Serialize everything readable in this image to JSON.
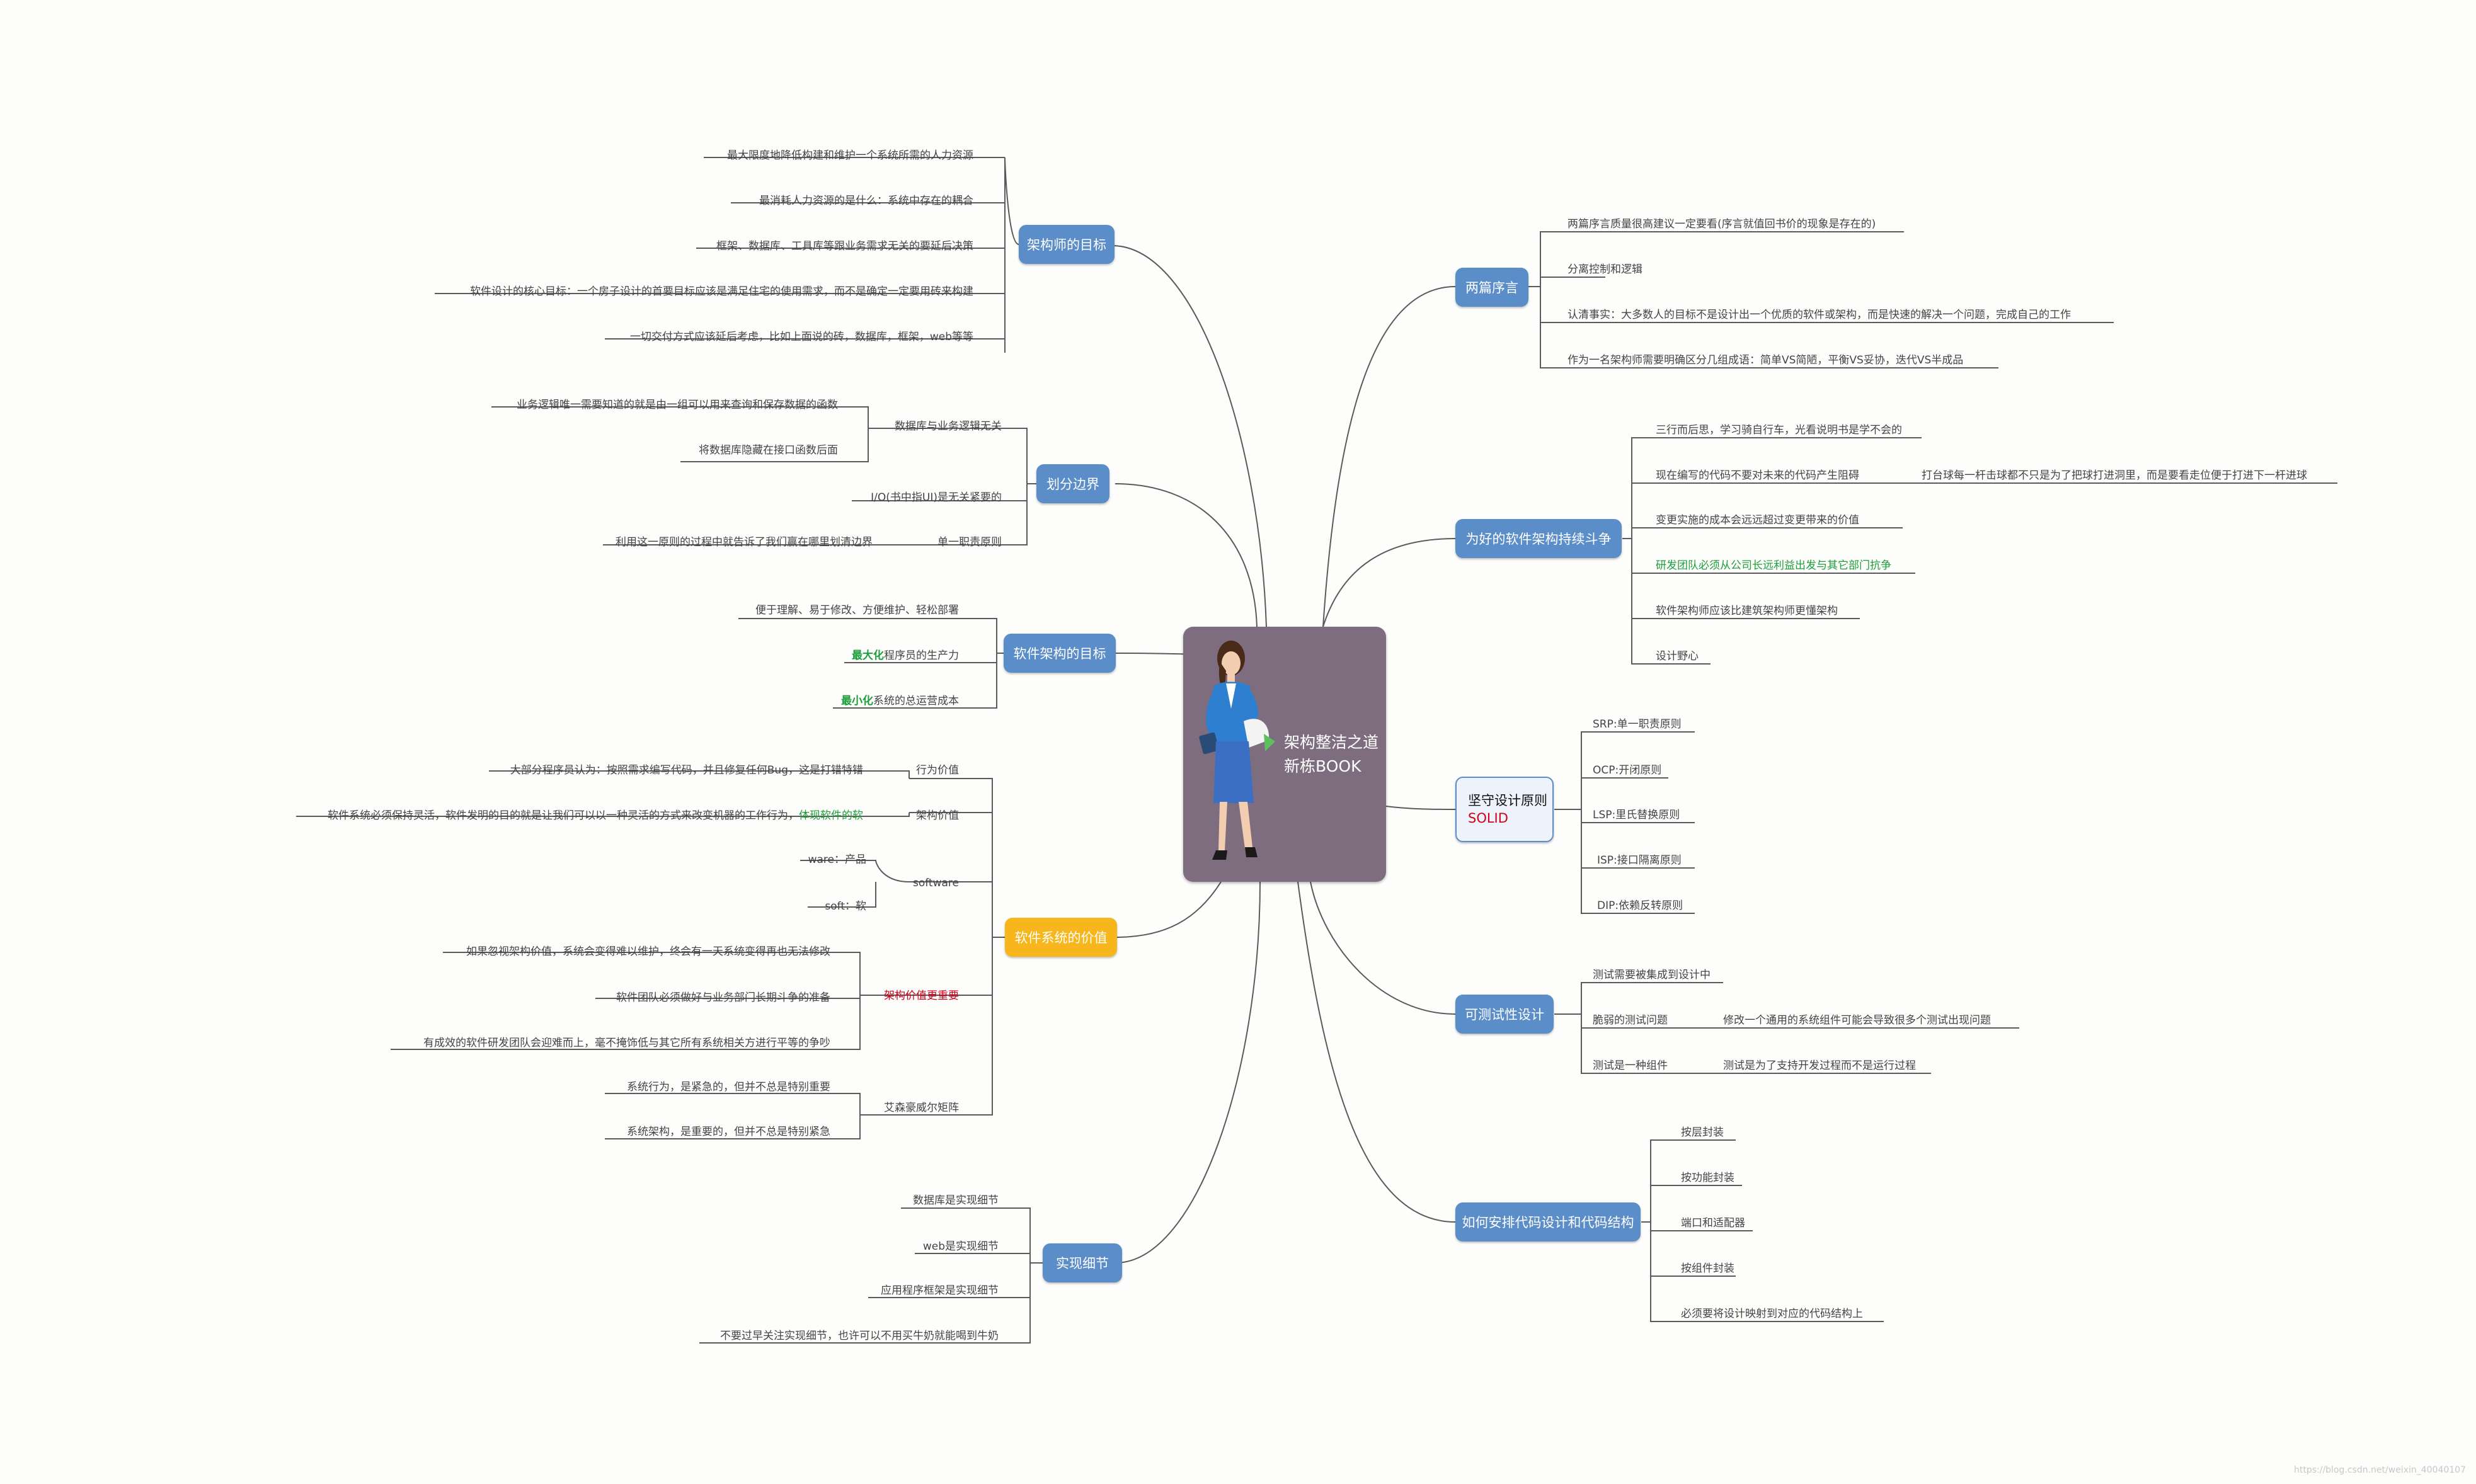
{
  "root": {
    "line1": "架构整洁之道",
    "line2": "新栋BOOK"
  },
  "topics": {
    "architect_goal": {
      "label": "架构师的目标",
      "items": [
        "最大限度地降低构建和维护一个系统所需的人力资源",
        "最消耗人力资源的是什么：系统中存在的耦合",
        "框架、数据库、工具库等跟业务需求无关的要延后决策",
        "软件设计的核心目标：一个房子设计的首要目标应该是满足住宅的使用需求，而不是确定一定要用砖来构建",
        "一切交付方式应该延后考虑，比如上面说的砖，数据库，框架，web等等"
      ]
    },
    "boundary": {
      "label": "划分边界",
      "db_logic": "数据库与业务逻辑无关",
      "db_logic_items": [
        "业务逻辑唯一需要知道的就是由一组可以用来查询和保存数据的函数",
        "将数据库隐藏在接口函数后面"
      ],
      "io": "I/O(书中指UI)是无关紧要的",
      "srp": "单一职责原则",
      "srp_item": "利用这一原则的过程中就告诉了我们赢在哪里划清边界"
    },
    "arch_goal": {
      "label": "软件架构的目标",
      "item1": "便于理解、易于修改、方便维护、轻松部署",
      "item2_strong": "最大化",
      "item2_rest": "程序员的生产力",
      "item3_strong": "最小化",
      "item3_rest": "系统的总运营成本"
    },
    "value": {
      "label": "软件系统的价值",
      "behavior": "行为价值",
      "behavior_item": "大部分程序员认为：按照需求编写代码，并且修复任何Bug，这是打错特错",
      "arch_value": "架构价值",
      "arch_value_item_a": "软件系统必须保持灵活，软件发明的目的就是让我们可以以一种灵活的方式来改变机器的工作行为，",
      "arch_value_item_b": "体现软件的软",
      "software": "software",
      "software_items": [
        "ware：产品",
        "soft：软"
      ],
      "more_important": "架构价值更重要",
      "more_important_items": [
        "如果忽视架构价值，系统会变得难以维护，终会有一天系统变得再也无法修改",
        "软件团队必须做好与业务部门长期斗争的准备",
        "有成效的软件研发团队会迎难而上，毫不掩饰低与其它所有系统相关方进行平等的争吵"
      ],
      "eisenhower": "艾森豪威尔矩阵",
      "eisenhower_items": [
        "系统行为，是紧急的，但并不总是特别重要",
        "系统架构，是重要的，但并不总是特别紧急"
      ]
    },
    "details": {
      "label": "实现细节",
      "items": [
        "数据库是实现细节",
        "web是实现细节",
        "应用程序框架是实现细节",
        "不要过早关注实现细节，也许可以不用买牛奶就能喝到牛奶"
      ]
    },
    "preface": {
      "label": "两篇序言",
      "items": [
        "两篇序言质量很高建议一定要看(序言就值回书价的现象是存在的)",
        "分离控制和逻辑",
        "认清事实：大多数人的目标不是设计出一个优质的软件或架构，而是快速的解决一个问题，完成自己的工作",
        "作为一名架构师需要明确区分几组成语：简单VS简陋，平衡VS妥协，迭代VS半成品"
      ]
    },
    "fight": {
      "label": "为好的软件架构持续斗争",
      "items": [
        "三行而后思，学习骑自行车，光看说明书是学不会的",
        "现在编写的代码不要对未来的代码产生阻碍",
        "变更实施的成本会远远超过变更带来的价值",
        "研发团队必须从公司长远利益出发与其它部门抗争",
        "软件架构师应该比建筑架构师更懂架构",
        "设计野心"
      ],
      "golf": "打台球每一杆击球都不只是为了把球打进洞里，而是要看走位便于打进下一杆进球"
    },
    "solid": {
      "label": "坚守设计原则",
      "sub": "SOLID",
      "items": [
        "SRP:单一职责原则",
        "OCP:开闭原则",
        "LSP:里氏替换原则",
        "ISP:接口隔离原则",
        "DIP:依赖反转原则"
      ]
    },
    "testable": {
      "label": "可测试性设计",
      "items": [
        "测试需要被集成到设计中",
        "脆弱的测试问题",
        "测试是一种组件"
      ],
      "fragile_detail": "修改一个通用的系统组件可能会导致很多个测试出现问题",
      "component_detail": "测试是为了支持开发过程而不是运行过程"
    },
    "code_org": {
      "label": "如何安排代码设计和代码结构",
      "items": [
        "按层封装",
        "按功能封装",
        "端口和适配器",
        "按组件封装",
        "必须要将设计映射到对应的代码结构上"
      ]
    }
  },
  "watermark": "https://blog.csdn.net/weixin_40040107",
  "colors": {
    "topic": "#5b8ec9",
    "highlight_topic": "#f6b61c",
    "root": "#7d6d7e",
    "green": "#1e9e3a",
    "red": "#d0021b",
    "line": "#5a5a5a"
  }
}
